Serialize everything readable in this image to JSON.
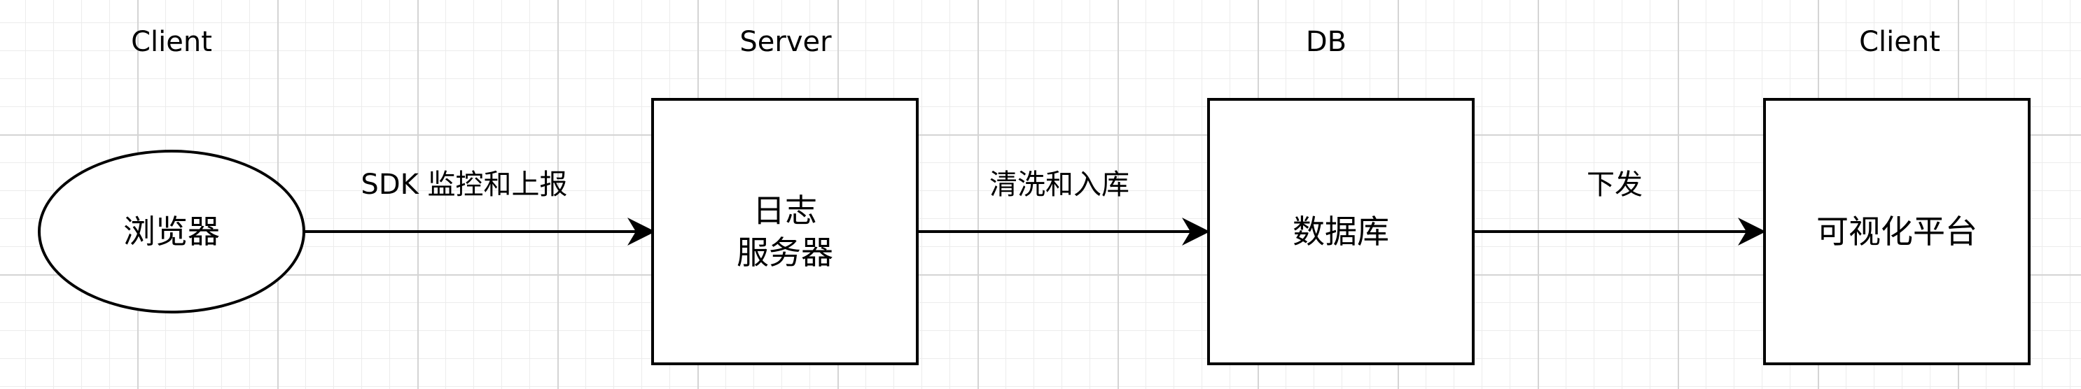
{
  "tiers": {
    "browser_tier": "Client",
    "server_tier": "Server",
    "db_tier": "DB",
    "platform_tier": "Client"
  },
  "nodes": {
    "browser": {
      "line1": "浏览器"
    },
    "log_server": {
      "line1": "日志",
      "line2": "服务器"
    },
    "database": {
      "line1": "数据库"
    },
    "platform": {
      "line1": "可视化平台"
    }
  },
  "edges": {
    "browser_to_server": "SDK 监控和上报",
    "server_to_db": "清洗和入库",
    "db_to_platform": "下发"
  },
  "colors": {
    "stroke": "#000000",
    "background": "#ffffff",
    "grid_major": "#d4d4d4",
    "grid_minor": "#ececec"
  }
}
